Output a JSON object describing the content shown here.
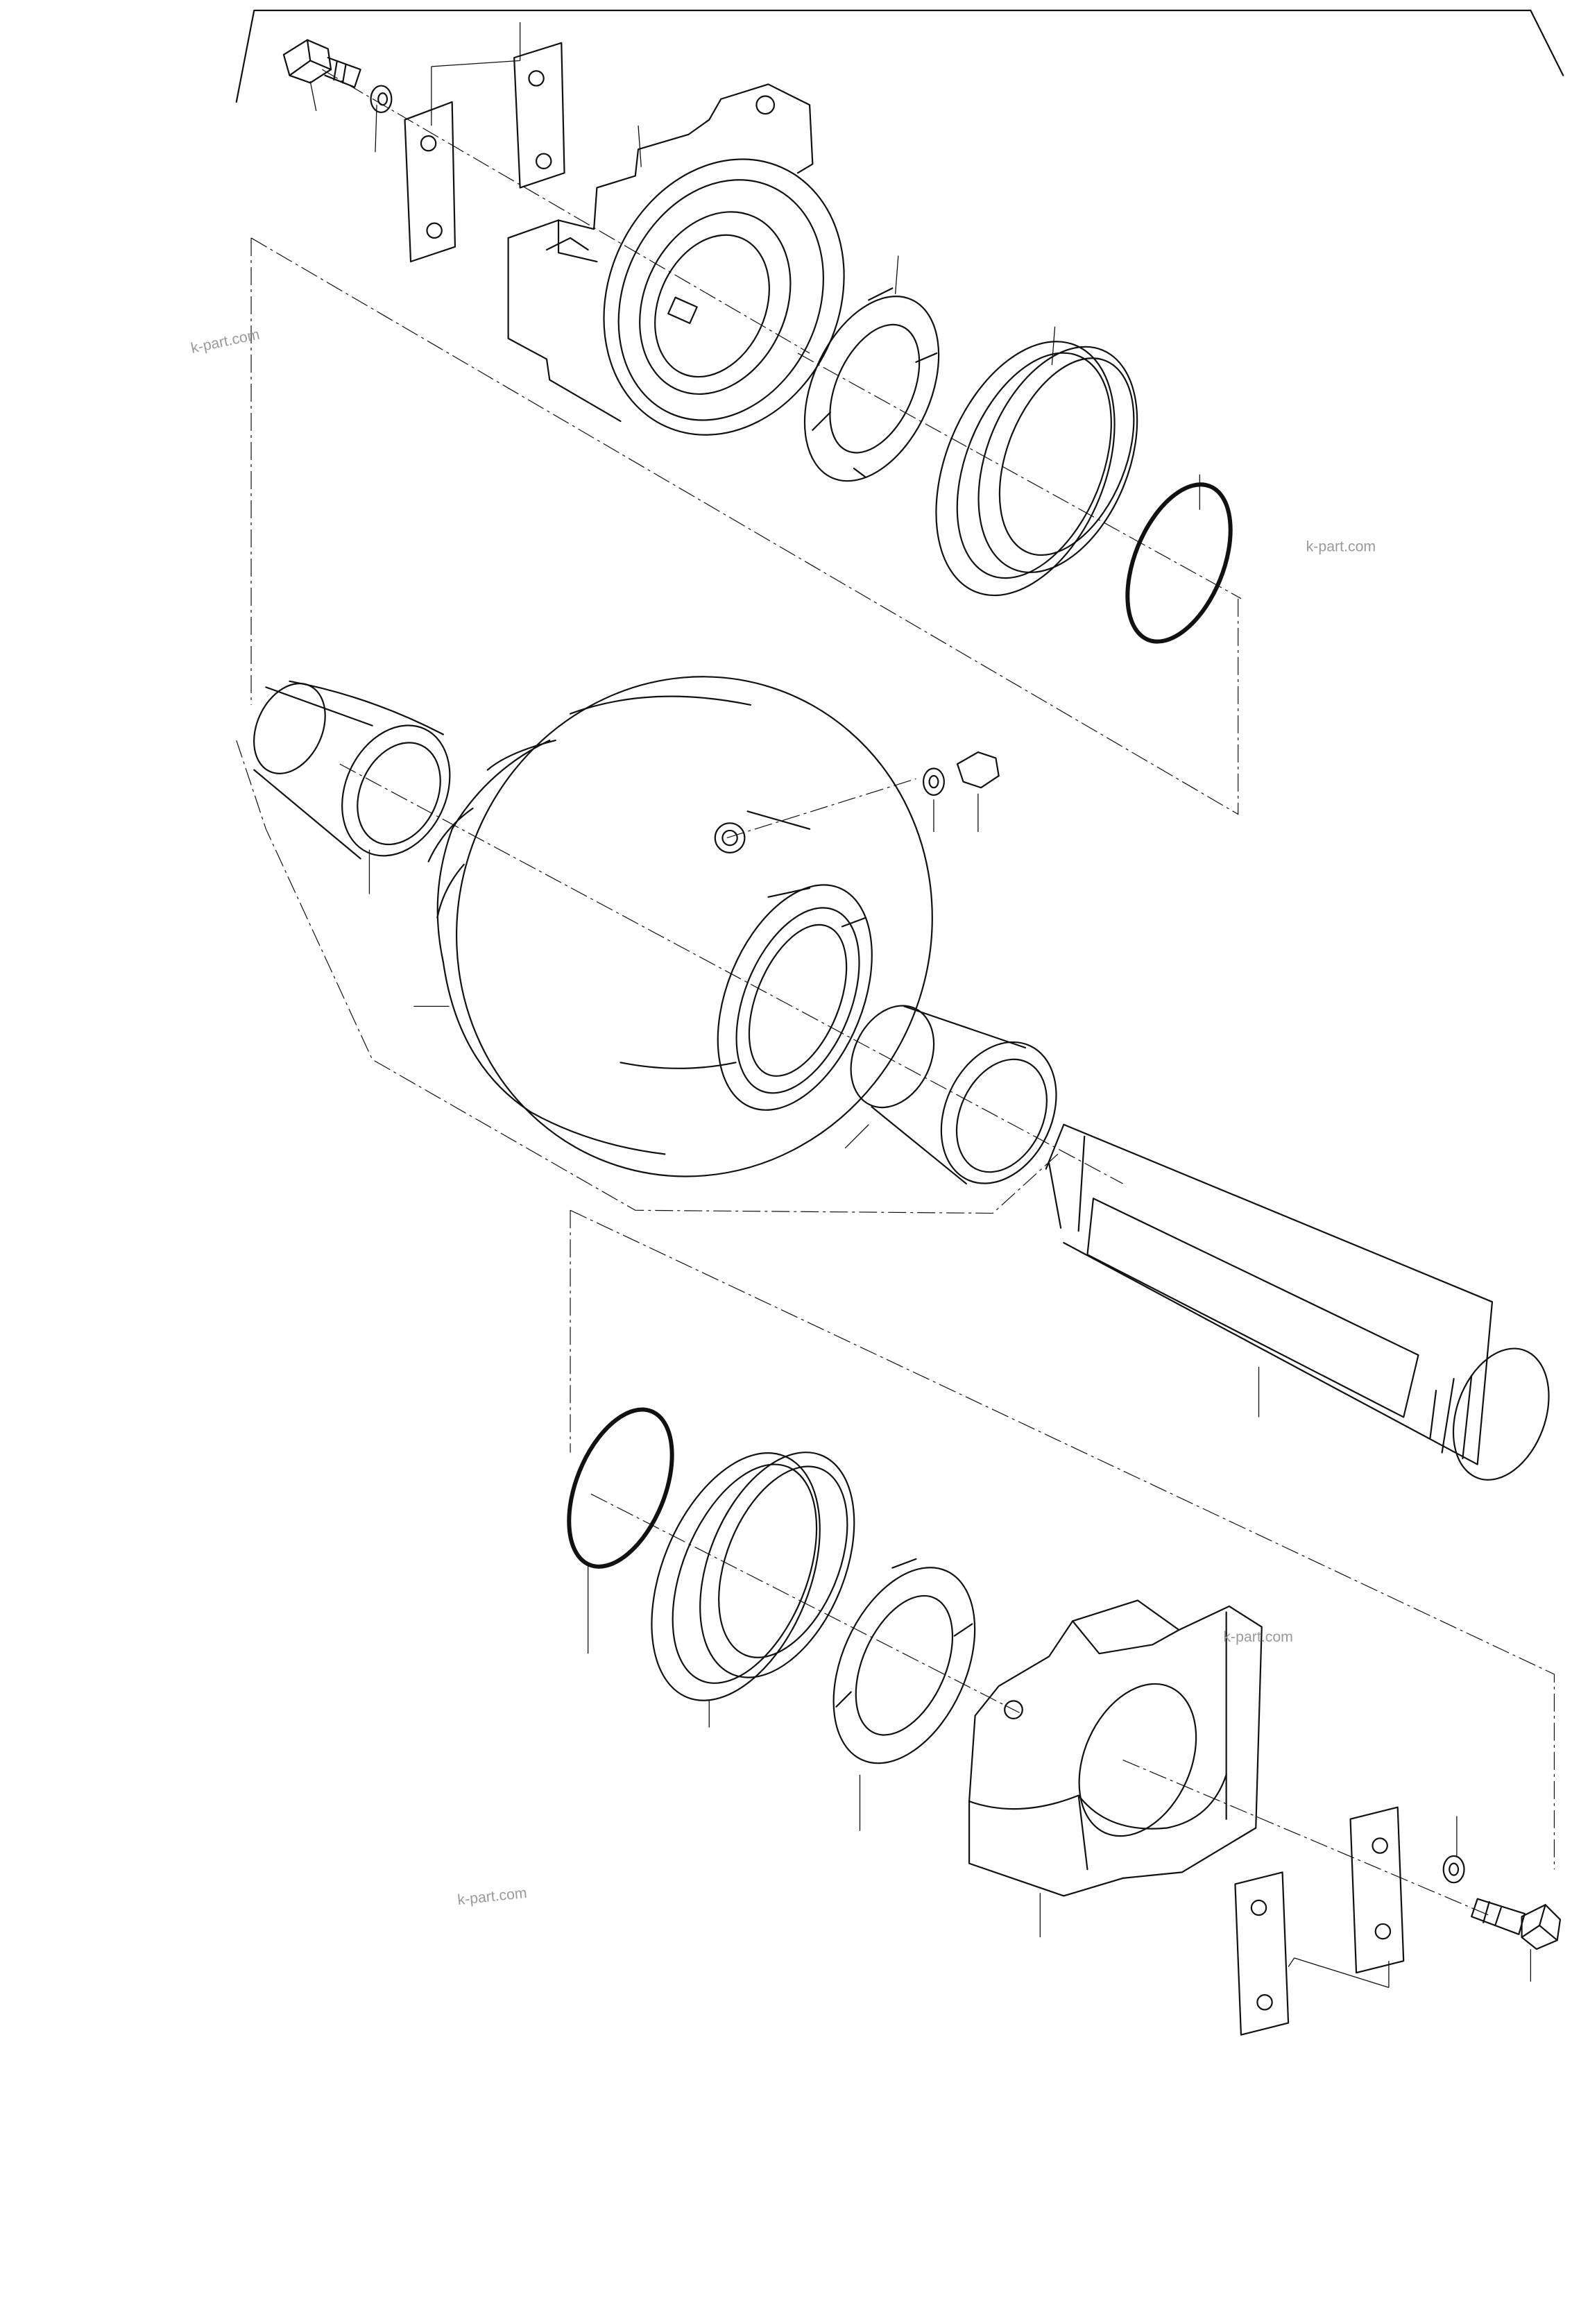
{
  "diagram": {
    "kind": "exploded parts view",
    "subject": "track roller assembly",
    "watermarks": [
      "k-part.com",
      "k-part.com",
      "k-part.com",
      "k-part.com"
    ],
    "colors": {
      "ink": "#111111",
      "background": "#ffffff",
      "watermark": "#9a9a9a"
    }
  }
}
